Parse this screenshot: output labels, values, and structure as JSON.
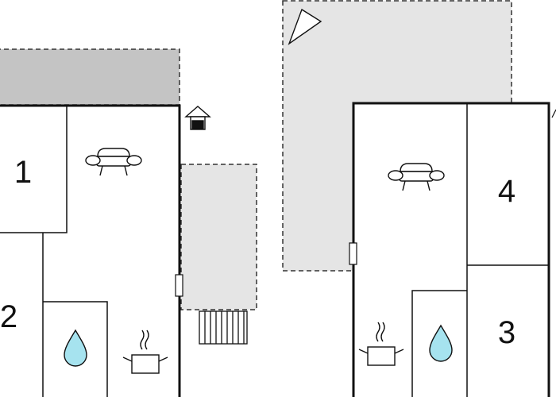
{
  "floorplan": {
    "rooms": [
      {
        "id": "bedroom-1",
        "label": "1"
      },
      {
        "id": "bedroom-2",
        "label": "2"
      },
      {
        "id": "bedroom-3",
        "label": "3"
      },
      {
        "id": "bedroom-4",
        "label": "4"
      }
    ],
    "icons": [
      "sofa-icon",
      "water-drop-icon",
      "cooking-pot-icon",
      "house-icon",
      "triangle-marker-icon",
      "stairs-icon",
      "door-icon"
    ],
    "colors": {
      "wall": "#111111",
      "terrace_light": "#e5e5e5",
      "terrace_dark": "#c4c4c4",
      "water": "#a6e3ef"
    }
  }
}
